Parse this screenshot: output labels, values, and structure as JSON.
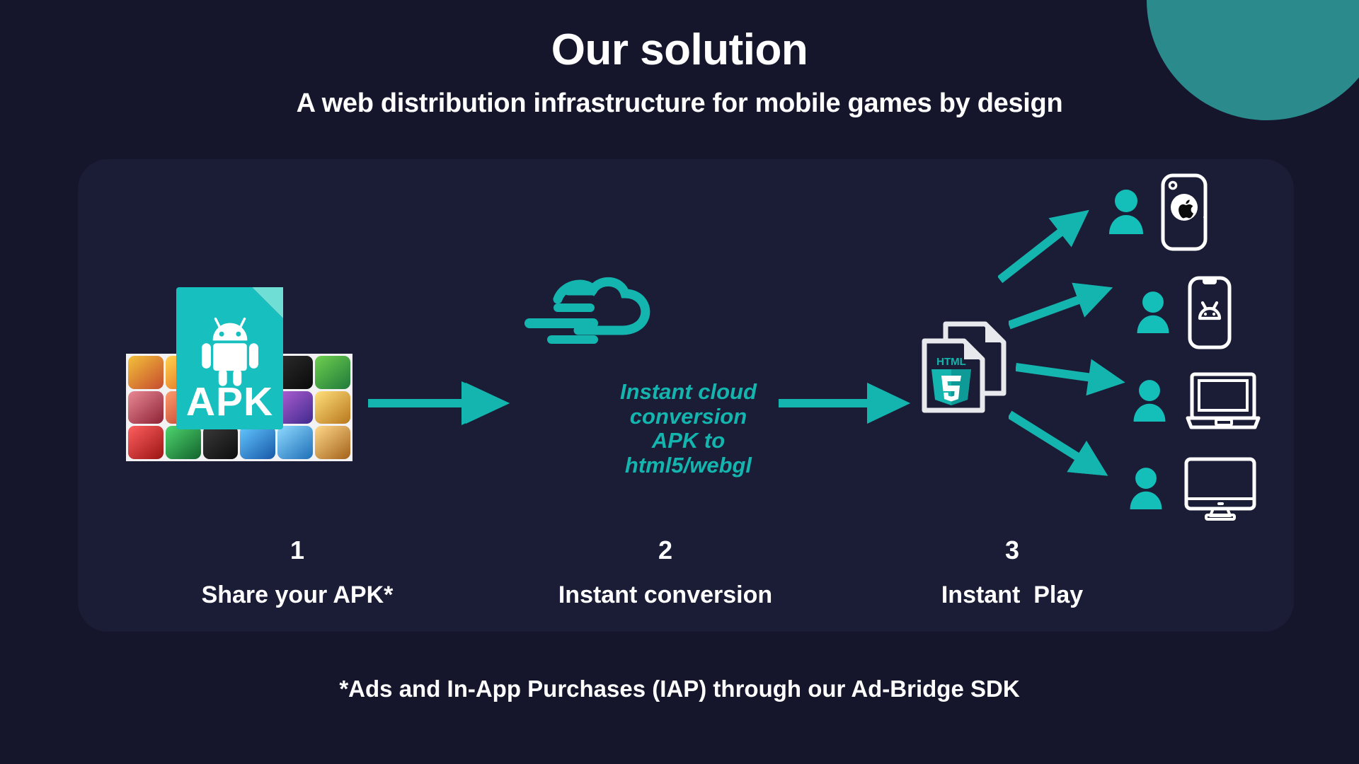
{
  "theme": {
    "page_bg": "#15162b",
    "card_bg": "#1b1c36",
    "accent_teal": "#13b5ae",
    "apk_teal": "#17bfbf",
    "deco_circle": "#2a8a8c",
    "text_white": "#ffffff"
  },
  "header": {
    "title": "Our solution",
    "subtitle": "A web distribution infrastructure for mobile games by design"
  },
  "stage1": {
    "apk_label": "APK",
    "icon_name": "android-robot-icon",
    "game_grid_name": "mobile-game-icons-collage"
  },
  "stage2": {
    "cloud_text_line1": "Instant cloud",
    "cloud_text_line2": "conversion",
    "cloud_text_line3": "APK to",
    "cloud_text_line4": "html5/webgl",
    "cloud_icon_name": "fast-cloud-icon"
  },
  "stage3": {
    "badge_label": "HTML",
    "badge_number": "5",
    "devices": [
      {
        "device": "iphone",
        "icon_name": "apple-iphone-icon",
        "person_icon": "user-icon"
      },
      {
        "device": "android-phone",
        "icon_name": "android-phone-icon",
        "person_icon": "user-icon"
      },
      {
        "device": "laptop",
        "icon_name": "laptop-icon",
        "person_icon": "user-icon"
      },
      {
        "device": "desktop",
        "icon_name": "desktop-monitor-icon",
        "person_icon": "user-icon"
      }
    ]
  },
  "steps": [
    {
      "number": "1",
      "label": "Share your APK*"
    },
    {
      "number": "2",
      "label": "Instant conversion"
    },
    {
      "number": "3",
      "label": "Instant  Play"
    }
  ],
  "footnote": "*Ads and In-App Purchases (IAP) through our Ad-Bridge SDK"
}
